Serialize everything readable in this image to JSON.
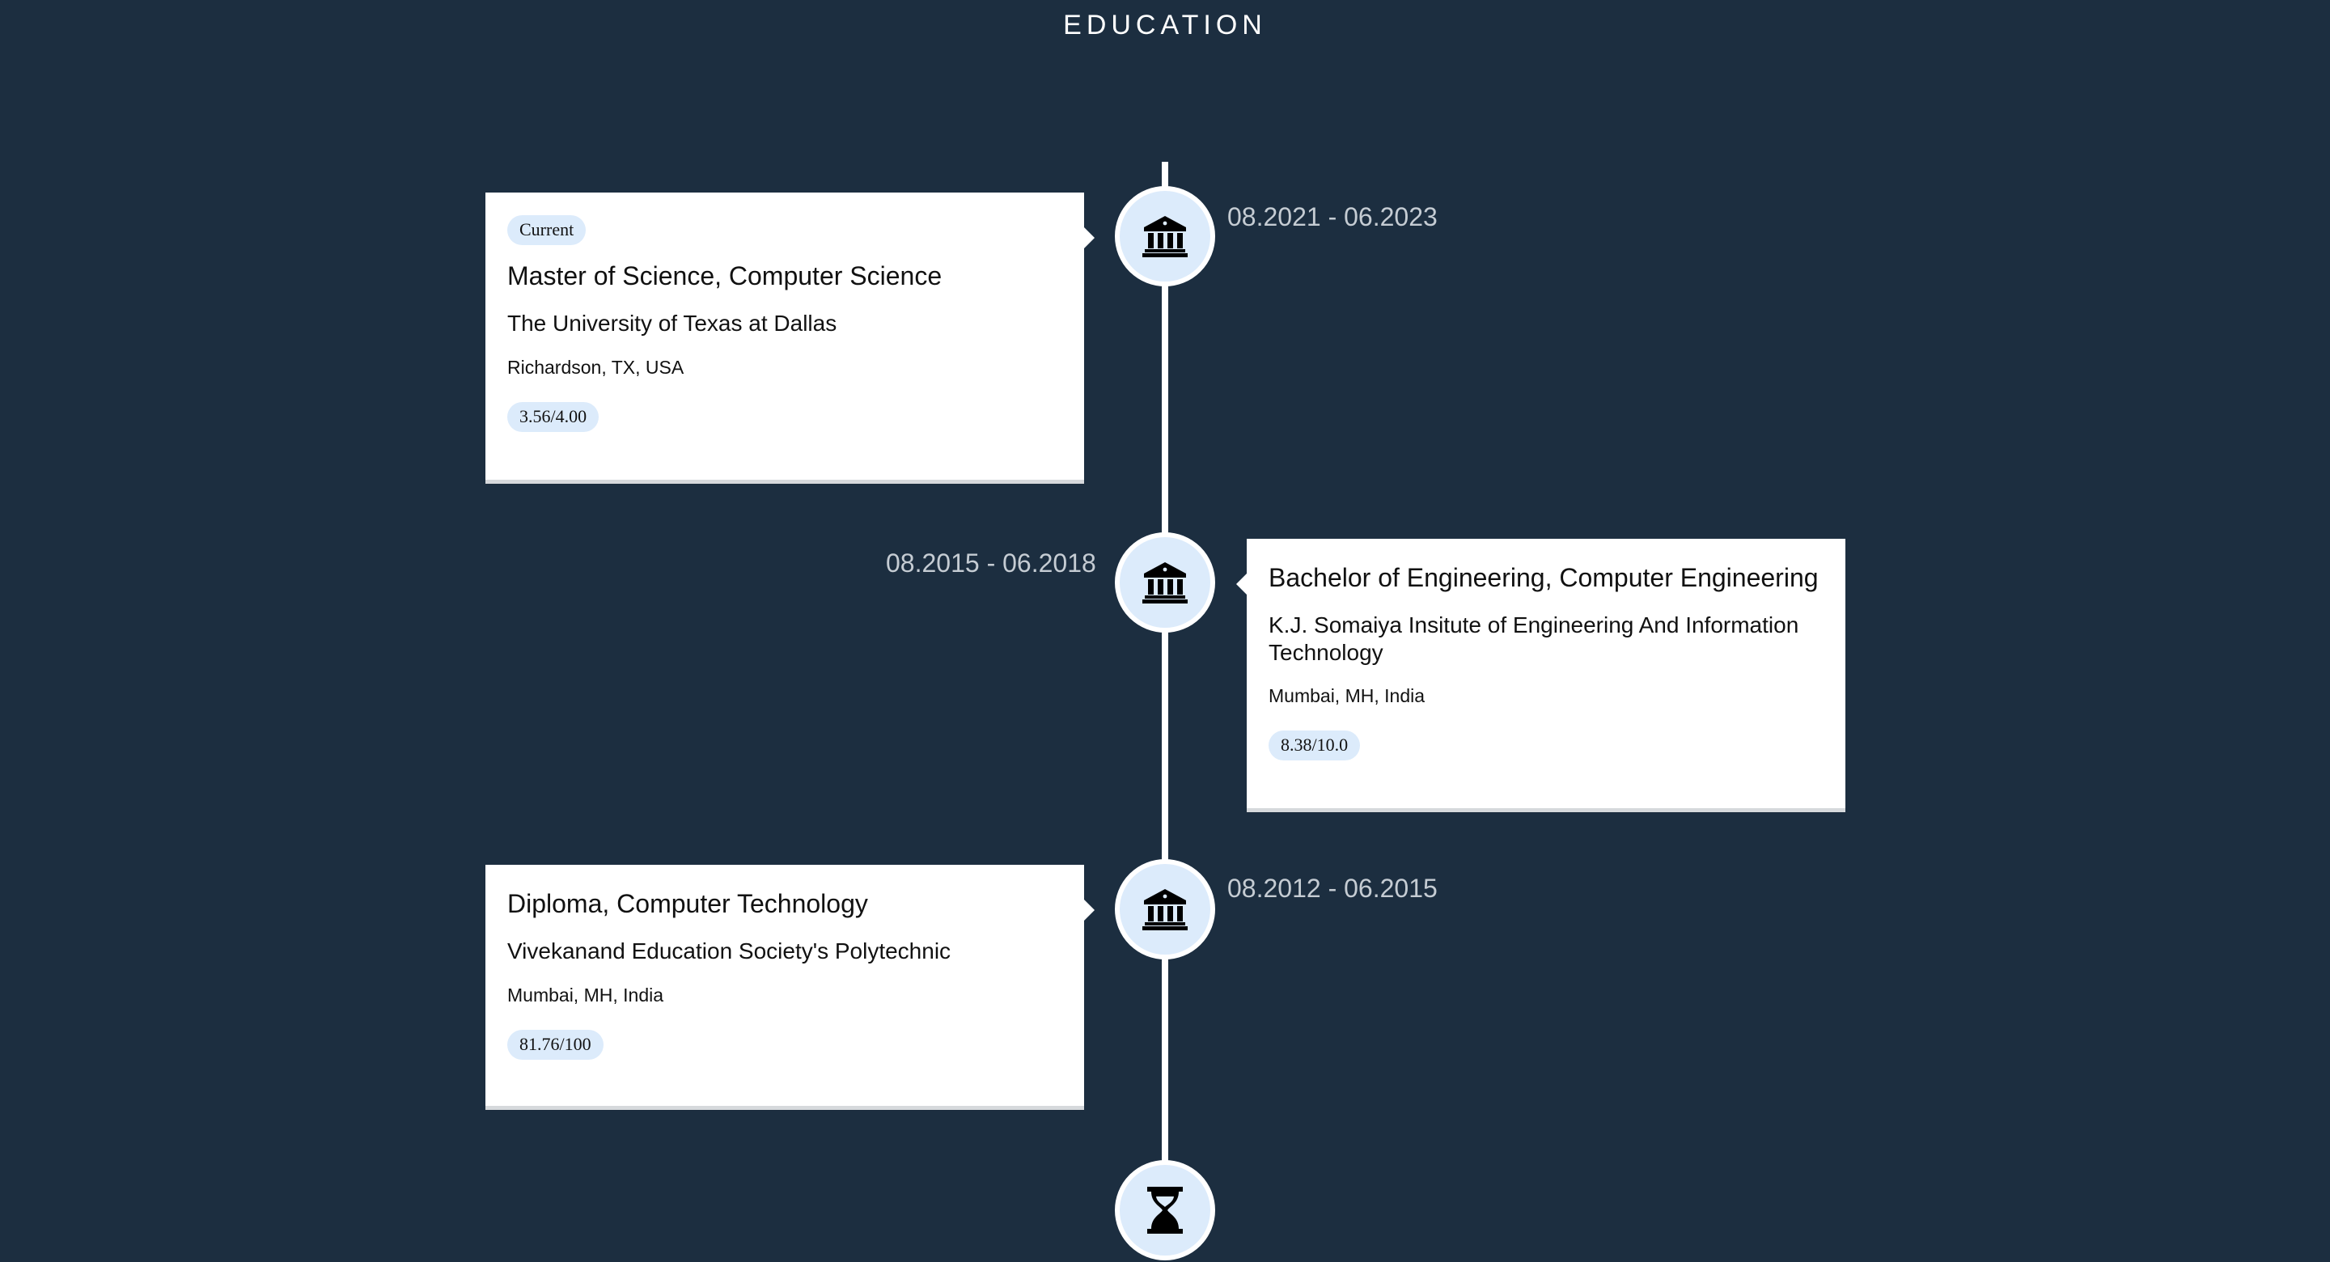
{
  "section": {
    "title": "EDUCATION"
  },
  "entries": [
    {
      "status_badge": "Current",
      "degree": "Master of Science, Computer Science",
      "school": "The University of Texas at Dallas",
      "location": "Richardson, TX, USA",
      "grade": "3.56/4.00",
      "date_range": "08.2021 - 06.2023",
      "icon": "institution-icon"
    },
    {
      "degree": "Bachelor of Engineering, Computer Engineering",
      "school": "K.J. Somaiya Insitute of Engineering And Information Technology",
      "location": "Mumbai, MH, India",
      "grade": "8.38/10.0",
      "date_range": "08.2015 - 06.2018",
      "icon": "institution-icon"
    },
    {
      "degree": "Diploma, Computer Technology",
      "school": "Vivekanand Education Society's Polytechnic",
      "location": "Mumbai, MH, India",
      "grade": "81.76/100",
      "date_range": "08.2012 - 06.2015",
      "icon": "institution-icon"
    }
  ],
  "timeline_end": {
    "icon": "hourglass-icon"
  },
  "colors": {
    "background": "#1c2e40",
    "node_fill": "#dcebfb",
    "badge_fill": "#dcebfb",
    "date_text": "#c5ccd3",
    "card": "#ffffff"
  }
}
